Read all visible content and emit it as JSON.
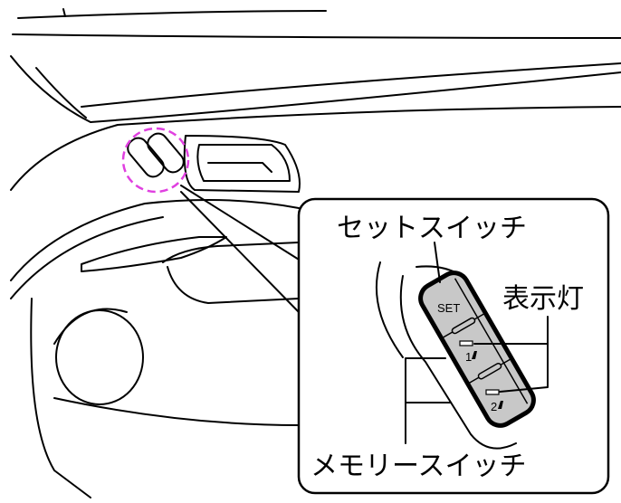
{
  "labels": {
    "set_switch": "セットスイッチ",
    "indicator": "表示灯",
    "memory_switch": "メモリースイッチ"
  },
  "switch": {
    "set": "SET",
    "memory1": "1",
    "memory2": "2",
    "seat_icon": "seat-icon"
  },
  "colors": {
    "highlight": "#e040e0",
    "switch_fill": "#c8c8c8"
  }
}
